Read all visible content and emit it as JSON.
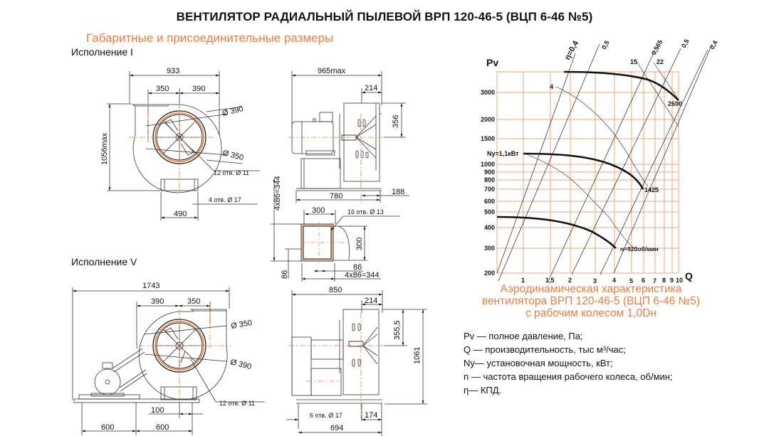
{
  "header": {
    "title": "ВЕНТИЛЯТОР РАДИАЛЬНЫЙ ПЫЛЕВОЙ ВРП 120-46-5 (ВЦП 6-46 №5)",
    "subtitle": "Габаритные и присоединительные размеры"
  },
  "variant_1": {
    "label": "Исполнение I",
    "front_view": {
      "width_overall": "933",
      "left_offset": "350",
      "right_offset": "390",
      "height": "1056max",
      "dia_outer": "Ø 390",
      "dia_inner": "Ø 350",
      "flange_holes": "12 отв.  Ø 11",
      "base_holes": "4 отв.     Ø 17",
      "base_width": "490"
    },
    "side_view": {
      "length": "965max",
      "outlet_depth": "214",
      "axis_height": "356",
      "base_length": "780",
      "base_offset": "188"
    },
    "outlet_flange": {
      "width": "300",
      "height": "300",
      "holes": "16 отв.  Ø 13",
      "pitch": "86",
      "pitch_total_h": "4x86=344",
      "pitch_total_v": "4x86=344",
      "pitch_v": "86"
    }
  },
  "variant_5": {
    "label": "Исполнение V",
    "front_view": {
      "width_overall": "1743",
      "left_offset": "390",
      "right_offset": "350",
      "dia_inner": "Ø 350",
      "dia_outer": "Ø 390",
      "flange_holes": "12 отв.  Ø 11",
      "offset_100": "100",
      "base_left": "600",
      "base_right": "600"
    },
    "side_view": {
      "length": "850",
      "outlet_depth": "214",
      "axis_height": "355,5",
      "height": "1061",
      "base_holes": "6 отв.  Ø 17",
      "base_offset": "174",
      "base_length": "694"
    }
  },
  "chart_data": {
    "type": "line",
    "title": "Аэродинамическая характеристика вентилятора ВРП 120-46-5 (ВЦП 6-46 №5) с рабочим колесом 1,0Dн",
    "xlabel": "Q",
    "ylabel": "Pv",
    "xscale": "log",
    "yscale": "log",
    "x_ticks": [
      "1",
      "1,5",
      "2",
      "3",
      "4",
      "5",
      "6",
      "7",
      "8",
      "9",
      "10"
    ],
    "y_ticks": [
      "3000",
      "2000",
      "1500",
      "1000",
      "900",
      "800",
      "700",
      "600",
      "500",
      "400",
      "300",
      "200"
    ],
    "xlim": [
      0.6,
      10
    ],
    "ylim": [
      200,
      3800
    ],
    "grid": true,
    "series": [
      {
        "name": "n=2600",
        "label": "2600",
        "x": [
          0.85,
          1.5,
          2.5,
          4.0,
          5.5,
          7.0,
          10.0
        ],
        "y": [
          3800,
          3760,
          3680,
          3500,
          3300,
          3000,
          2600
        ]
      },
      {
        "name": "n=1425",
        "label": "1425",
        "x": [
          0.6,
          1.0,
          2.0,
          3.0,
          4.0,
          5.0,
          5.5
        ],
        "y": [
          1130,
          1120,
          1100,
          1060,
          980,
          820,
          700
        ]
      },
      {
        "name": "n=920",
        "label": "n=920об/мин",
        "x": [
          0.0,
          1.0,
          1.5,
          2.0,
          3.0,
          4.0
        ],
        "y": [
          450,
          445,
          440,
          425,
          380,
          300
        ]
      }
    ],
    "efficiency_lines": [
      "η=0,4",
      "0,5",
      "0,565",
      "0,5",
      "0,4"
    ],
    "power_lines": [
      {
        "label": "Ny=1,1кВт"
      },
      {
        "label": "4"
      },
      {
        "label": "15"
      },
      {
        "label": "22"
      }
    ]
  },
  "chart_labels": {
    "pv": "Pv",
    "q": "Q",
    "eta04": "η=0,4",
    "eta05a": "0,5",
    "eta0565": "0,565",
    "eta05b": "0,5",
    "eta04b": "0,4",
    "n15": "15",
    "n22": "22",
    "n4": "4",
    "ny11": "Ny=1,1кВт",
    "rpm2600": "2600",
    "rpm1425": "1425",
    "rpm920": "n=920об/мин"
  },
  "caption": {
    "line1": "Аэродинамическая характеристика",
    "line2": "вентилятора ВРП 120-46-5 (ВЦП 6-46 №5)",
    "line3": "с рабочим колесом 1,0Dн"
  },
  "legend": [
    "Pv — полное давление, Па;",
    "Q  — производительность, тыс м³/час;",
    "Ny— установочная мощность, кВт;",
    "n — частота вращения рабочего колеса,  об/мин;",
    "η— КПД."
  ],
  "colors": {
    "accent": "#f07c3c",
    "grid": "#f4a57a",
    "line": "#111111"
  }
}
